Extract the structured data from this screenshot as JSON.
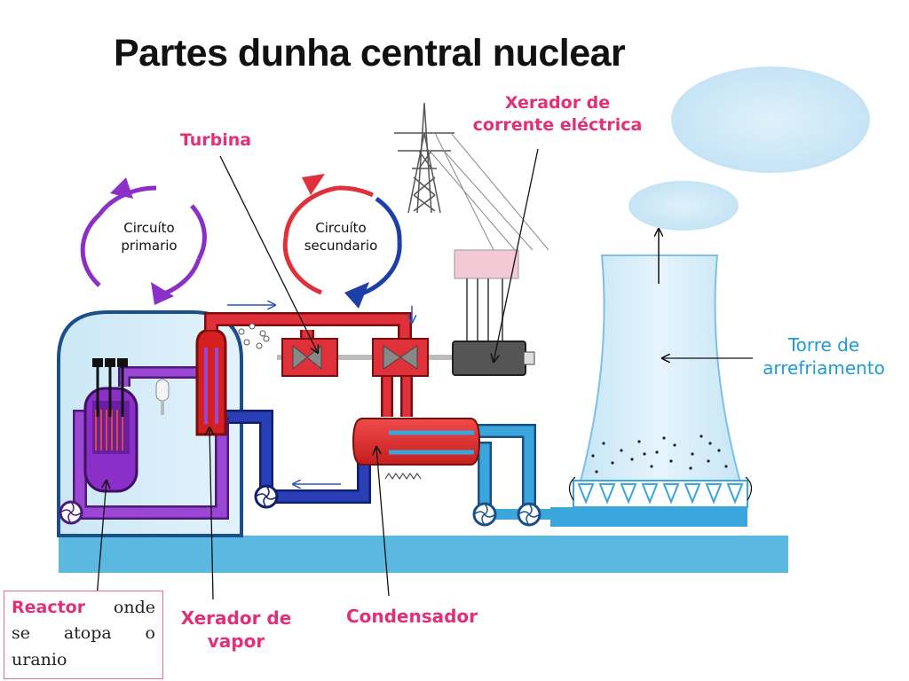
{
  "title": "Partes dunha central nuclear",
  "labels": {
    "turbina": "Turbina",
    "xerador_corrente_l1": "Xerador de",
    "xerador_corrente_l2": "corrente eléctrica",
    "circuito_primario_l1": "Circuíto",
    "circuito_primario_l2": "primario",
    "circuito_secundario_l1": "Circuíto",
    "circuito_secundario_l2": "secundario",
    "torre_l1": "Torre de",
    "torre_l2": "arrefriamento",
    "reactor_word": "Reactor",
    "reactor_l1_rest": "onde",
    "reactor_l2": "se atopa o",
    "reactor_l3": "uranio",
    "xerador_vapor_l1": "Xerador de",
    "xerador_vapor_l2": "vapor",
    "condensador": "Condensador"
  },
  "colors": {
    "label_pink": "#e0307a",
    "label_cyan": "#1f9bd7",
    "primary_circuit": "#8b2fc9",
    "secondary_hot": "#e0303a",
    "secondary_cold": "#1f3fa8",
    "cooling_water": "#3aa6dc",
    "ground": "#5bb8e0"
  }
}
